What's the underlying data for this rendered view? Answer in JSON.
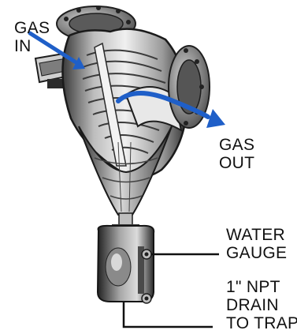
{
  "labels": {
    "gas_in": [
      "GAS",
      "IN"
    ],
    "gas_out": [
      "GAS",
      "OUT"
    ],
    "water_gauge": [
      "WATER",
      "GAUGE"
    ],
    "drain": [
      "1\" NPT",
      "DRAIN",
      "TO TRAP"
    ]
  },
  "colors": {
    "flow_arrow": "#1f5fc8",
    "leader_line": "#111111",
    "metal_dark": "#2a2a2a",
    "metal_mid": "#8c8c8c",
    "metal_light": "#e6e6e6"
  }
}
